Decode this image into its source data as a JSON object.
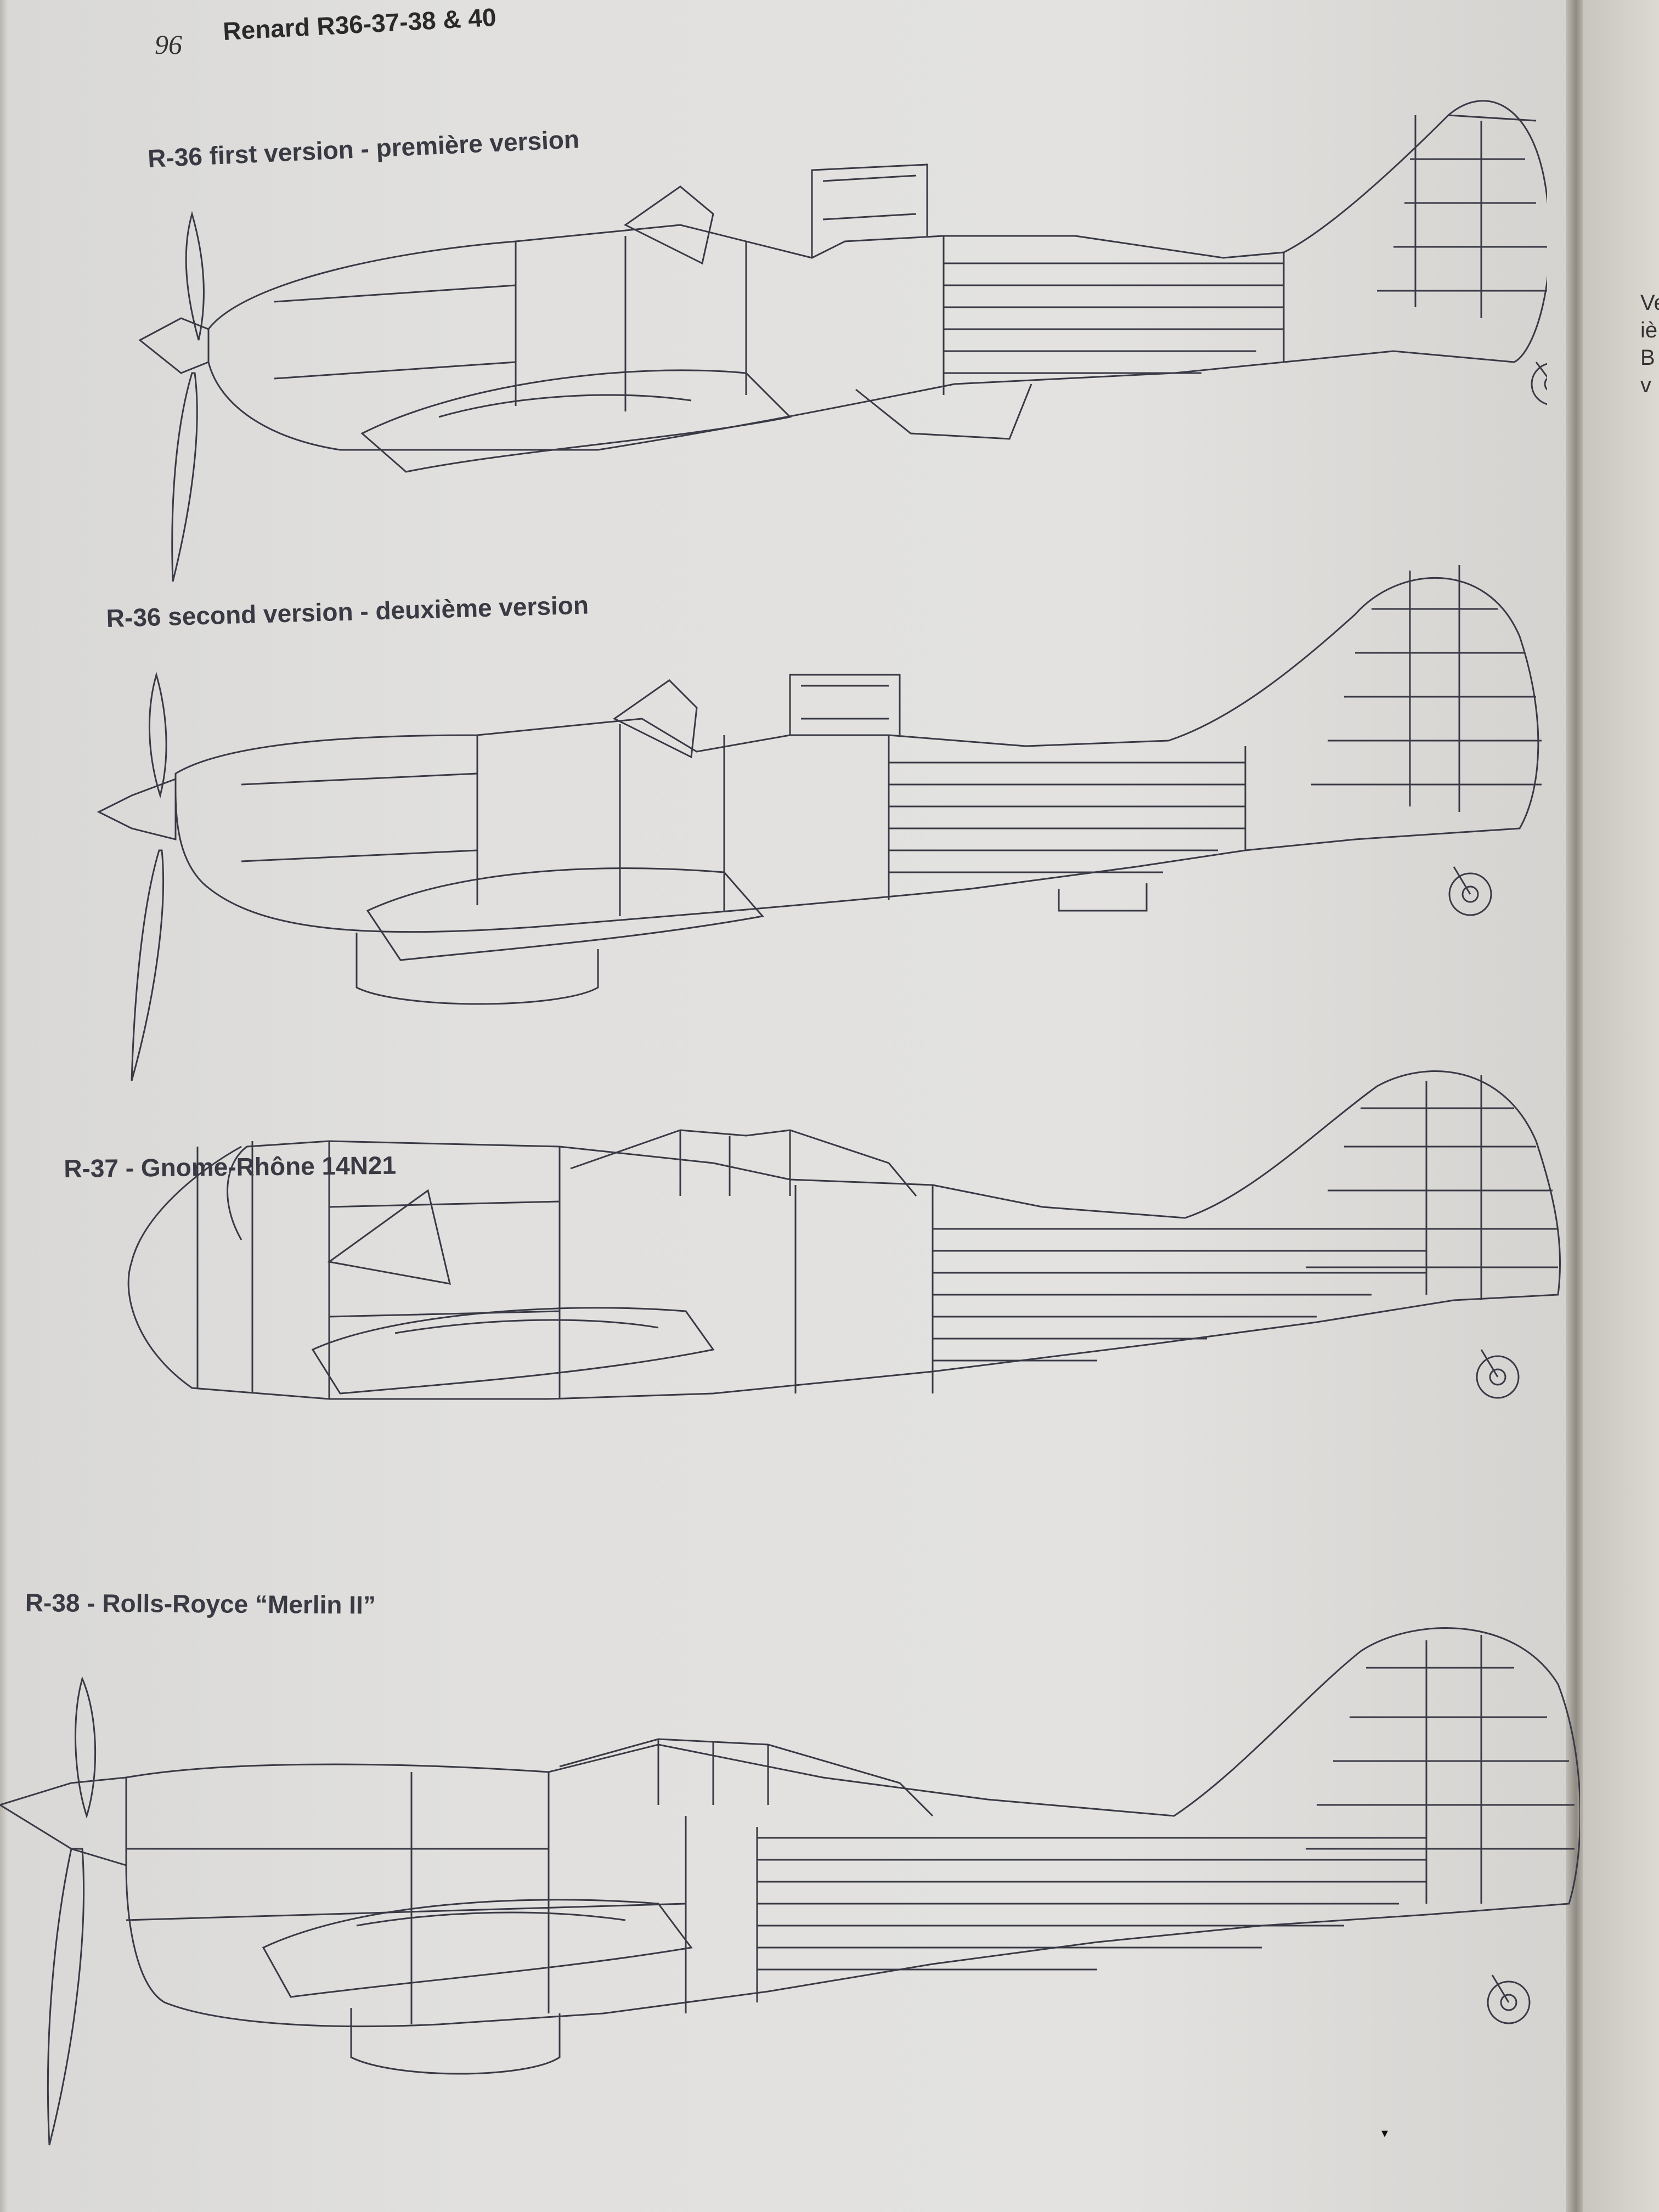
{
  "page": {
    "number": "96",
    "title": "Renard R36-37-38 & 40"
  },
  "figures": [
    {
      "caption": "R-36 first version - première version",
      "icon": "aircraft-side-profile-drawing"
    },
    {
      "caption": "R-36 second version - deuxième version",
      "icon": "aircraft-side-profile-drawing"
    },
    {
      "caption": "R-37 - Gnome-Rhône 14N21",
      "icon": "aircraft-side-profile-drawing"
    },
    {
      "caption": "R-38 - Rolls-Royce “Merlin II”",
      "icon": "aircraft-side-profile-drawing"
    }
  ],
  "adjacent_page_fragments": [
    "Ve",
    "iè",
    "B",
    "v"
  ],
  "colors": {
    "paper": "#e2e1df",
    "line_art": "#3a3a46"
  }
}
